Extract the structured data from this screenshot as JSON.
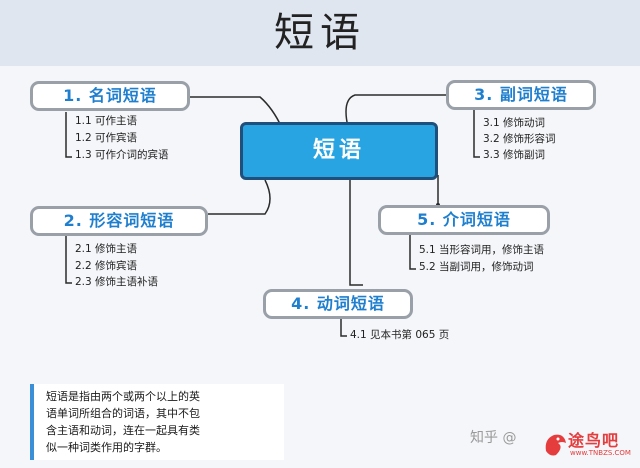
{
  "header": {
    "title": "短语"
  },
  "center": {
    "label": "短语"
  },
  "branches": [
    {
      "title": "1. 名词短语",
      "items": [
        "1.1 可作主语",
        "1.2 可作宾语",
        "1.3 可作介词的宾语"
      ]
    },
    {
      "title": "2. 形容词短语",
      "items": [
        "2.1 修饰主语",
        "2.2 修饰宾语",
        "2.3 修饰主语补语"
      ]
    },
    {
      "title": "3. 副词短语",
      "items": [
        "3.1 修饰动词",
        "3.2 修饰形容词",
        "3.3 修饰副词"
      ]
    },
    {
      "title": "4. 动词短语",
      "items": [
        "4.1 见本书第 065 页"
      ]
    },
    {
      "title": "5. 介词短语",
      "items": [
        "5.1 当形容词用，修饰主语",
        "5.2 当副词用，修饰动词"
      ]
    }
  ],
  "note": {
    "lines": [
      "短语是指由两个或两个以上的英",
      "语单词所组合的词语，其中不包",
      "含主语和动词，连在一起具有类",
      "似一种词类作用的字群。"
    ]
  },
  "watermark": {
    "zhihu": "知乎 @",
    "site": "途鸟吧",
    "url": "www.TNBZS.COM"
  },
  "colors": {
    "accent": "#29a4e2",
    "topic_text": "#1f7fcf"
  }
}
